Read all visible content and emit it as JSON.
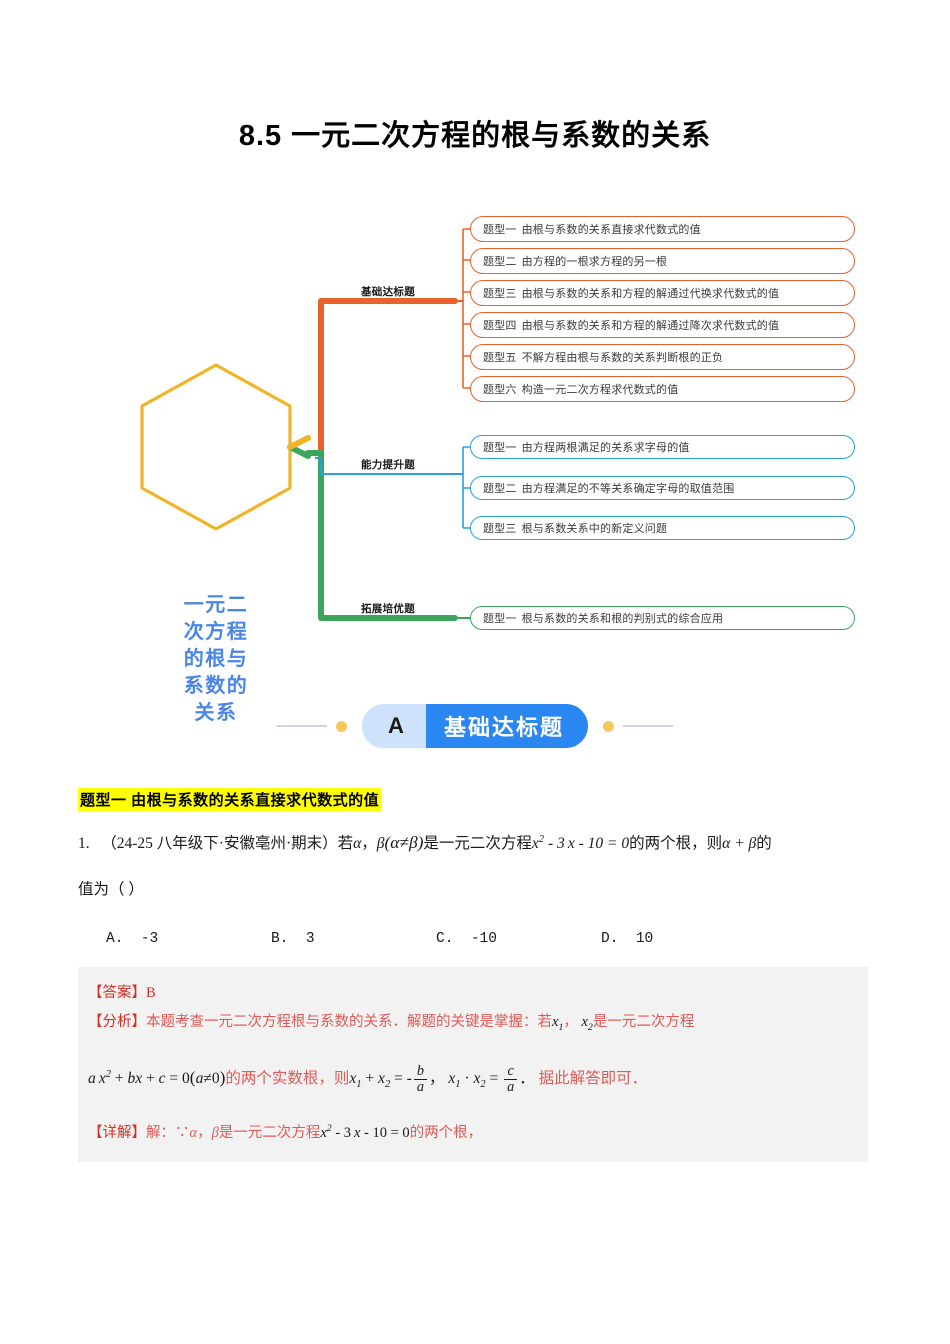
{
  "document": {
    "title": "8.5  一元二次方程的根与系数的关系"
  },
  "mindmap": {
    "center_label": "一元二\n次方程\n的根与\n系数的\n关系",
    "center_lines": [
      "一元二",
      "次方程",
      "的根与",
      "系数的",
      "关系"
    ],
    "center_border_color": "#f0b429",
    "center_text_color": "#4a86e8",
    "branches": [
      {
        "label": "基础达标题",
        "color": "#e8622a",
        "nodes": [
          {
            "kind": "题型一",
            "text": "由根与系数的关系直接求代数式的值"
          },
          {
            "kind": "题型二",
            "text": "由方程的一根求方程的另一根"
          },
          {
            "kind": "题型三",
            "text": "由根与系数的关系和方程的解通过代换求代数式的值"
          },
          {
            "kind": "题型四",
            "text": "由根与系数的关系和方程的解通过降次求代数式的值"
          },
          {
            "kind": "题型五",
            "text": "不解方程由根与系数的关系判断根的正负"
          },
          {
            "kind": "题型六",
            "text": "构造一元二次方程求代数式的值"
          }
        ]
      },
      {
        "label": "能力提升题",
        "color": "#2a9ee0",
        "nodes": [
          {
            "kind": "题型一",
            "text": "由方程两根满足的关系求字母的值"
          },
          {
            "kind": "题型二",
            "text": "由方程满足的不等关系确定字母的取值范围"
          },
          {
            "kind": "题型三",
            "text": "根与系数关系中的新定义问题"
          }
        ]
      },
      {
        "label": "拓展培优题",
        "color": "#3ba55c",
        "nodes": [
          {
            "kind": "题型一",
            "text": "根与系数的关系和根的判别式的综合应用"
          }
        ]
      }
    ]
  },
  "section_banner": {
    "letter": "A",
    "title": "基础达标题",
    "letter_bg": "#cfe2fb",
    "title_bg": "#2a86f0",
    "dot_color": "#f7c75b"
  },
  "question_type_heading": "题型一  由根与系数的关系直接求代数式的值",
  "question": {
    "number": "1.",
    "source": "（24-25 八年级下·安徽亳州·期末）",
    "stem_part1": "若",
    "alpha": "α",
    "comma": "，",
    "beta": "β",
    "condition": "(α≠β)",
    "stem_part2": "是一元二次方程",
    "equation": "x² - 3 x - 10 = 0",
    "stem_part3": "的两个根，则",
    "expr": "α + β",
    "stem_part4": "的",
    "line2": "值为（  ）",
    "options": [
      {
        "key": "A.",
        "value": "-3"
      },
      {
        "key": "B.",
        "value": "3"
      },
      {
        "key": "C.",
        "value": "-10"
      },
      {
        "key": "D.",
        "value": "10"
      }
    ]
  },
  "answer": {
    "answer_tag": "【答案】",
    "answer_value": "B",
    "analysis_tag": "【分析】",
    "analysis_text_1": "本题考查一元二次方程根与系数的关系．解题的关键是掌握：若",
    "analysis_x1": "x₁",
    "analysis_comma": "，",
    "analysis_x2": "x₂",
    "analysis_text_2": "是一元二次方程",
    "formula_equation": "a x² + b x + c = 0 (a ≠ 0)",
    "formula_text_1": "的两个实数根，则",
    "formula_sum": "x₁ + x₂ = - b/a",
    "formula_text_comma": "，",
    "formula_product": "x₁ · x₂ = c/a",
    "formula_period": "．",
    "formula_text_2": "据此解答即可．",
    "detail_tag": "【详解】",
    "detail_text_1": "解：∵",
    "detail_alpha": "α",
    "detail_comma": "，",
    "detail_beta": "β",
    "detail_text_2": "是一元二次方程",
    "detail_equation": "x² - 3 x - 10 = 0",
    "detail_text_3": "的两个根，"
  }
}
